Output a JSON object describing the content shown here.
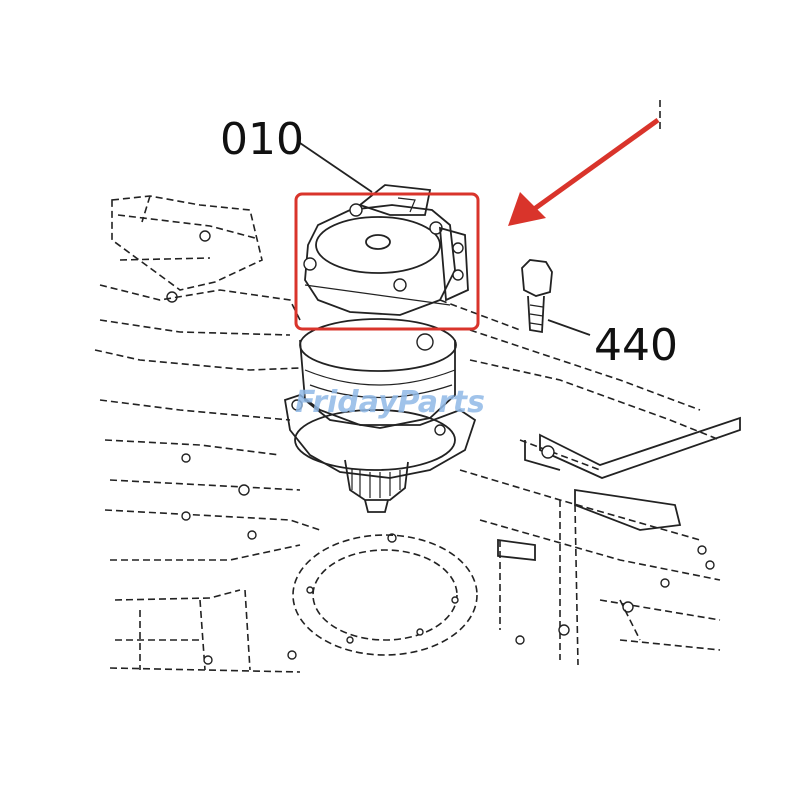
{
  "labels": {
    "part_motor": "010",
    "part_bolt": "440"
  },
  "watermark": {
    "text": "FridayParts",
    "color": "#8fb8e6"
  },
  "highlight": {
    "box_color": "#d9342b",
    "arrow_color": "#d9342b"
  }
}
